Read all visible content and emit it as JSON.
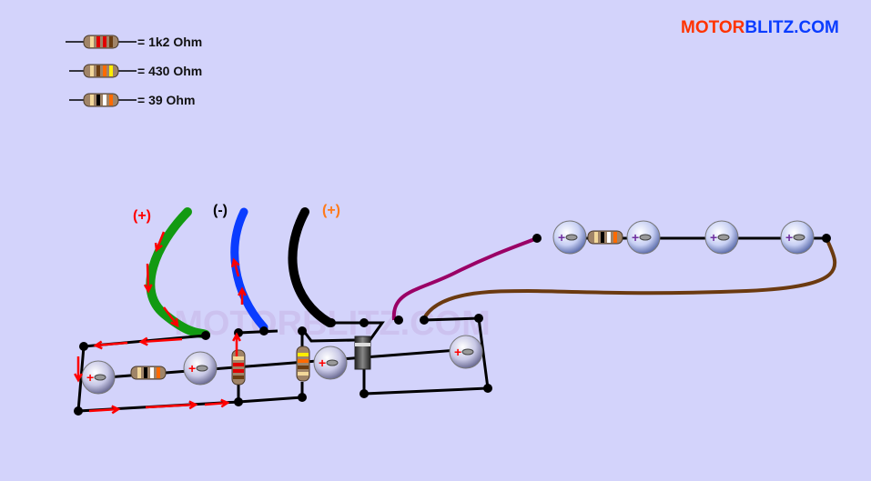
{
  "logo": {
    "part1": "MOTOR",
    "part2": "BLITZ.COM"
  },
  "watermark": "MOTORBLITZ.COM",
  "legend": [
    {
      "label": "= 1k2 Ohm",
      "bands": [
        "#f2d79a",
        "#e00000",
        "#e00000",
        "#6b3d12"
      ]
    },
    {
      "label": "= 430 Ohm",
      "bands": [
        "#f2d79a",
        "#6b3d12",
        "#ff6a00",
        "#ffee00"
      ]
    },
    {
      "label": "=   39 Ohm",
      "bands": [
        "#f2d79a",
        "#000000",
        "#ffffff",
        "#ff6a00"
      ]
    }
  ],
  "terminals": [
    {
      "label": "(+)",
      "color": "#ff0000",
      "wire": "#129a12"
    },
    {
      "label": "(-)",
      "color": "#000000",
      "wire": "#0a3cff"
    },
    {
      "label": "(+)",
      "color": "#ff7a1a",
      "wire": "#000000"
    }
  ],
  "colors": {
    "arrow": "#ff0000",
    "purple_wire": "#9a0066",
    "brown_wire": "#6b3a10",
    "bg": "#d3d3fb"
  }
}
